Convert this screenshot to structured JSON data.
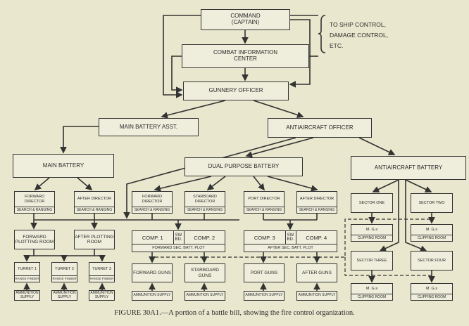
{
  "nodes": {
    "command": {
      "line1": "COMMAND",
      "line2": "(CAPTAIN)"
    },
    "cic": {
      "line1": "COMBAT INFORMATION",
      "line2": "CENTER"
    },
    "gunnery": "GUNNERY OFFICER",
    "mb_asst": "MAIN BATTERY ASST.",
    "aa_officer": "ANTIAIRCRAFT OFFICER",
    "main_battery": "MAIN BATTERY",
    "dp_battery": "DUAL PURPOSE BATTERY",
    "aa_battery": "ANTIAIRCRAFT BATTERY",
    "search_ranging": "SEARCH & RANGING",
    "directors": [
      "FORWARD DIRECTOR",
      "AFTER DIRECTOR",
      "FORWARD DIRECTOR",
      "STARBOARD DIRECTOR",
      "PORT DIRECTOR",
      "AFTER DIRECTOR"
    ],
    "plotting": [
      "FORWARD PLOTTING ROOM",
      "AFTER PLOTTING ROOM"
    ],
    "turrets": [
      "TURRET 1",
      "TURRET 2",
      "TURRET 3"
    ],
    "range_finder": "RANGE FINDER",
    "ammunition_supply": "AMMUNITION SUPPLY",
    "comp": [
      "COMP. 1",
      "COMP. 2",
      "COMP. 3",
      "COMP. 4"
    ],
    "swbd": "SW BD.",
    "forward_plot": "FORWARD SEC. BATT. PLOT",
    "after_plot": "AFTER SEC. BATT. PLOT",
    "guns": [
      "FORWARD GUNS",
      "STARBOARD GUNS",
      "PORT GUNS",
      "AFTER GUNS"
    ],
    "sectors": [
      "SECTOR ONE",
      "SECTOR TWO",
      "SECTOR THREE",
      "SECTOR FOUR"
    ],
    "mgs": "M. G.s",
    "clipping_room": "CLIPPING ROOM"
  },
  "note": [
    "TO SHIP CONTROL,",
    "DAMAGE CONTROL,",
    "ETC."
  ],
  "caption": "FIGURE 30A1.—A portion of a battle bill, showing the fire control organization."
}
